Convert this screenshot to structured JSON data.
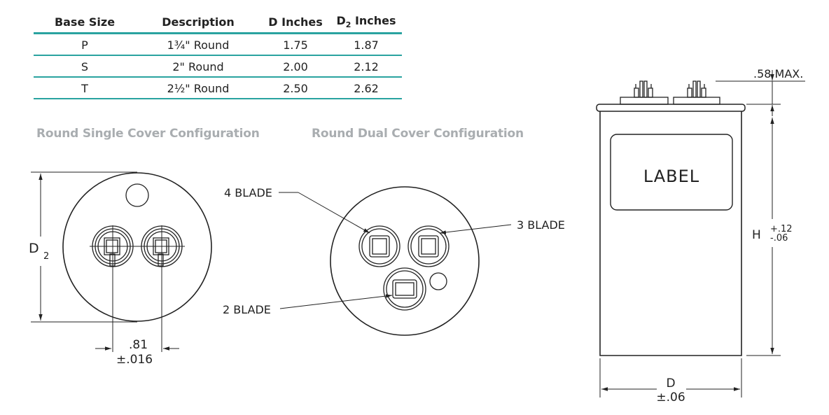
{
  "table": {
    "headers": [
      "Base Size",
      "Description",
      "D Inches",
      "D",
      "2",
      "Inches"
    ],
    "rows": [
      {
        "base": "P",
        "desc": "1¾\" Round",
        "d": "1.75",
        "d2": "1.87"
      },
      {
        "base": "S",
        "desc": "2\" Round",
        "d": "2.00",
        "d2": "2.12"
      },
      {
        "base": "T",
        "desc": "2½\" Round",
        "d": "2.50",
        "d2": "2.62"
      }
    ]
  },
  "titles": {
    "single": "Round Single Cover Configuration",
    "dual": "Round Dual Cover Configuration"
  },
  "single_cover": {
    "diam_label": "D",
    "diam_sub": "2",
    "spacing_value": ".81",
    "spacing_tol": "±.016"
  },
  "dual_cover": {
    "blade4": "4  BLADE",
    "blade3": "3  BLADE",
    "blade2": "2  BLADE"
  },
  "side_view": {
    "label_text": "LABEL",
    "terminal_height": ".58  MAX.",
    "height_label": "H",
    "height_tol_plus": "+.12",
    "height_tol_minus": "-.06",
    "diameter_label": "D",
    "diameter_tol": "±.06"
  },
  "colors": {
    "table_rule": "#2aa3a0",
    "title_gray": "#a9adb0"
  }
}
